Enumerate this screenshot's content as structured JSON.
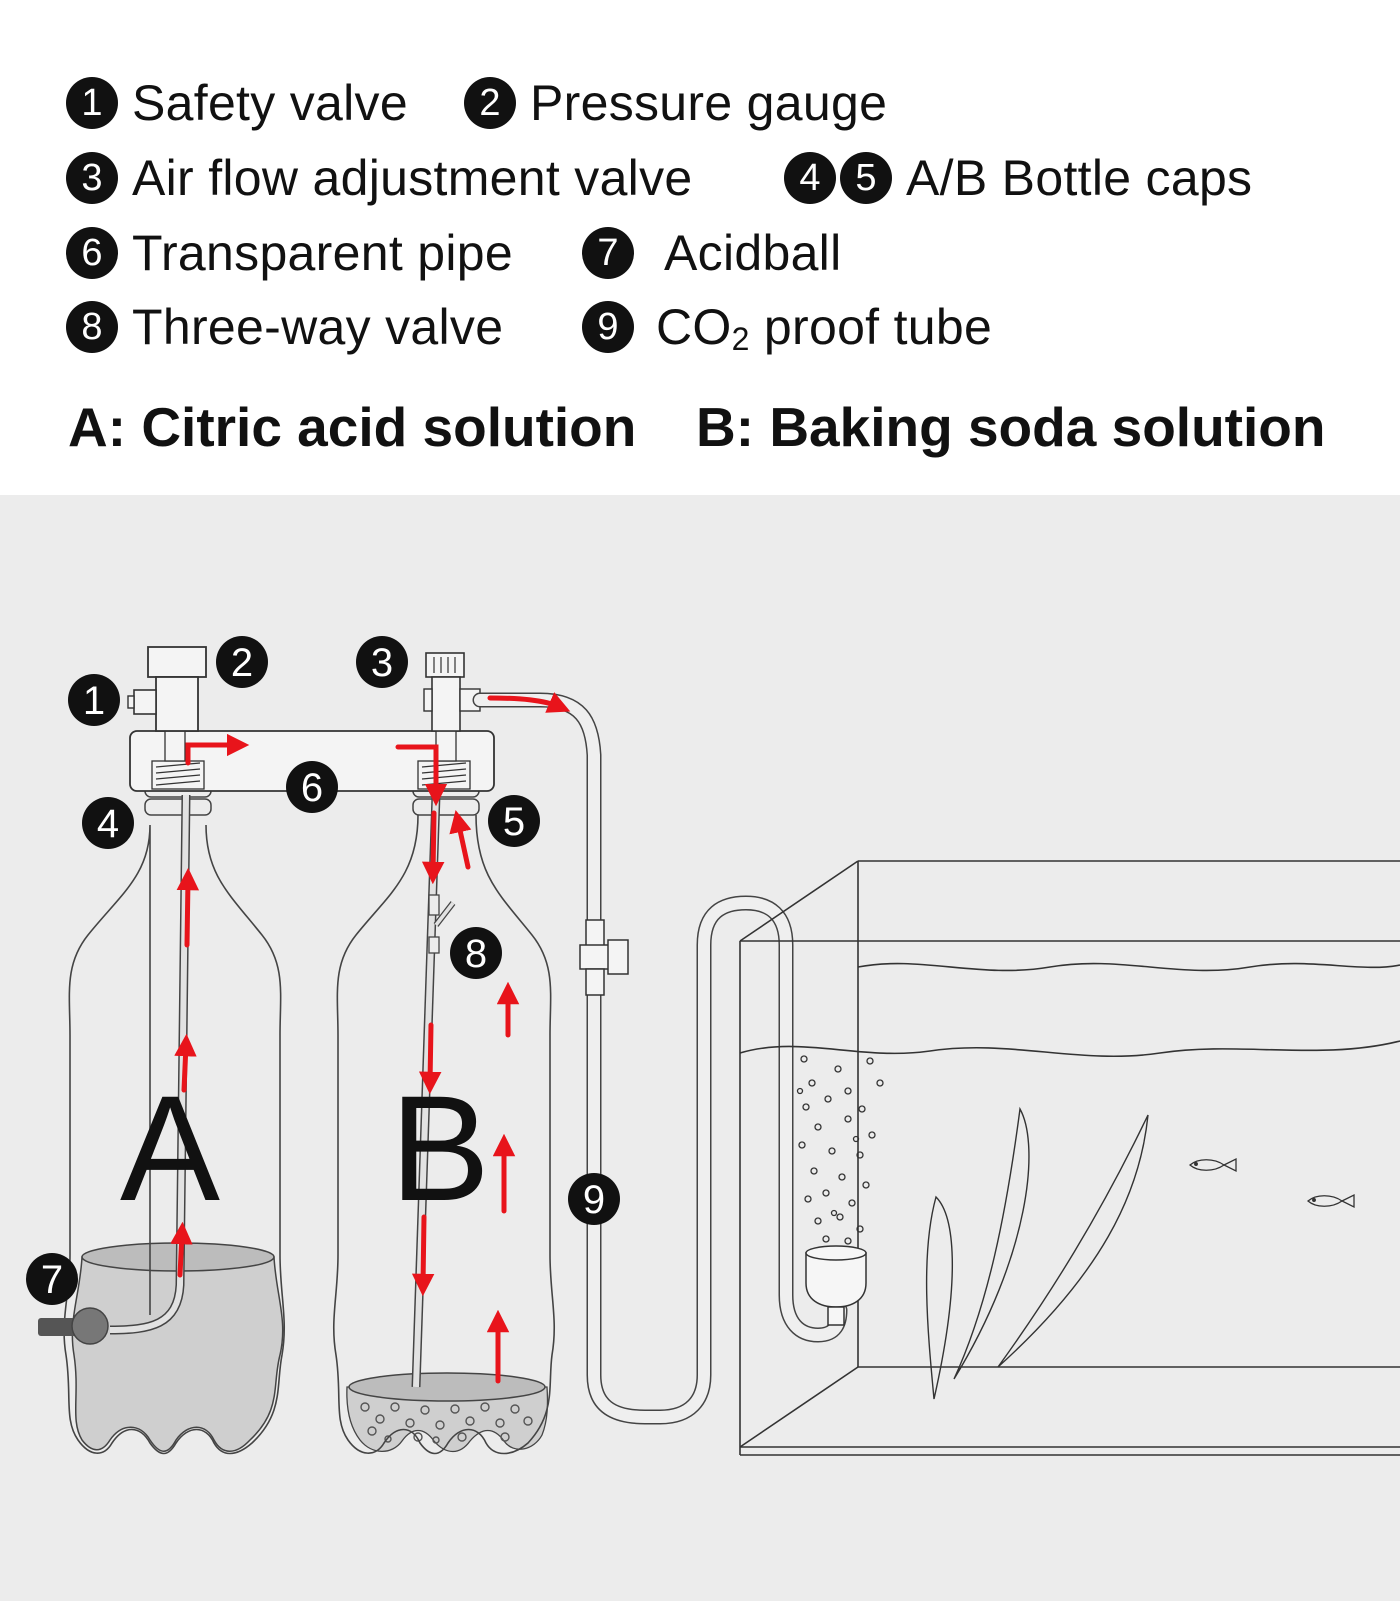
{
  "legend": [
    {
      "nums": [
        "1"
      ],
      "label": "Safety valve"
    },
    {
      "nums": [
        "2"
      ],
      "label": "Pressure gauge"
    },
    {
      "nums": [
        "3"
      ],
      "label": "Air flow adjustment valve"
    },
    {
      "nums": [
        "4",
        "5"
      ],
      "label": "A/B Bottle caps"
    },
    {
      "nums": [
        "6"
      ],
      "label": "Transparent pipe"
    },
    {
      "nums": [
        "7"
      ],
      "label": "Acidball"
    },
    {
      "nums": [
        "8"
      ],
      "label": "Three-way valve"
    },
    {
      "nums": [
        "9"
      ],
      "label_prefix": "CO",
      "label_sub": "2",
      "label_suffix": " proof tube"
    }
  ],
  "solutions": {
    "a": "A: Citric acid solution",
    "b": "B: Baking soda solution"
  },
  "diagram": {
    "bottle_a_letter": "A",
    "bottle_b_letter": "B",
    "markers": [
      "1",
      "2",
      "3",
      "4",
      "5",
      "6",
      "7",
      "8",
      "9"
    ],
    "colors": {
      "arrow": "#e8141b",
      "marker": "#111111",
      "background": "#ececec",
      "liquid": "#cfcfcf"
    }
  }
}
